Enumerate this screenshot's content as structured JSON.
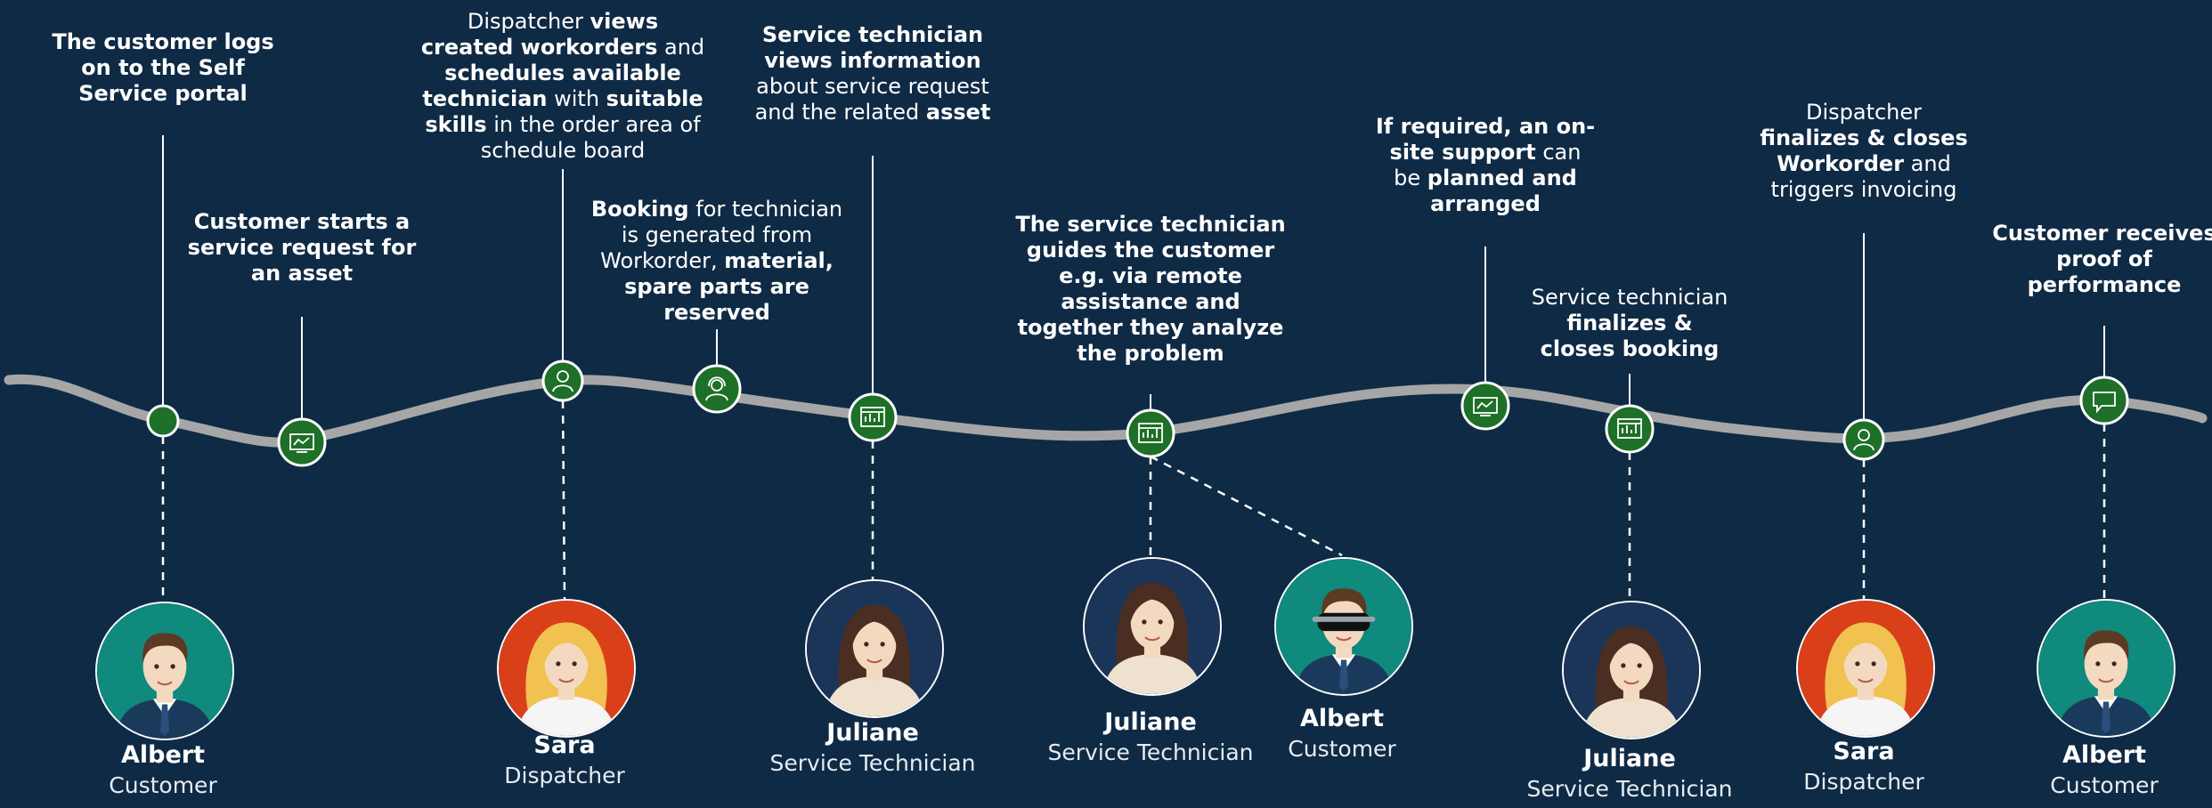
{
  "colors": {
    "background": "#0f2a45",
    "wave": "#a6a6a6",
    "node_fill": "#1e6f27",
    "connector": "#ffffff",
    "bg_albert": "#0f8a7c",
    "bg_sara": "#d9401a",
    "bg_juliane": "#1b3559"
  },
  "steps": [
    {
      "id": "s1",
      "icon": "dot-icon",
      "text": [
        {
          "t": "The customer logs on to the Self Service portal",
          "b": true
        }
      ]
    },
    {
      "id": "s2",
      "icon": "monitor-chart-icon",
      "text": [
        {
          "t": "Customer starts a service request for an asset",
          "b": true
        }
      ]
    },
    {
      "id": "s3",
      "icon": "person-icon",
      "text": [
        {
          "t": "Dispatcher ",
          "b": false
        },
        {
          "t": "views created workorders",
          "b": true
        },
        {
          "t": " and ",
          "b": false
        },
        {
          "t": "schedules available technician",
          "b": true
        },
        {
          "t": " with ",
          "b": false
        },
        {
          "t": "suitable skills",
          "b": true
        },
        {
          "t": " in the order area of schedule board",
          "b": false
        }
      ]
    },
    {
      "id": "s4",
      "icon": "headset-icon",
      "text": [
        {
          "t": "Booking",
          "b": true
        },
        {
          "t": " for technician is generated from Workorder, ",
          "b": false
        },
        {
          "t": "material, spare parts are reserved",
          "b": true
        }
      ]
    },
    {
      "id": "s5",
      "icon": "dashboard-icon",
      "text": [
        {
          "t": "Service technician views information",
          "b": true
        },
        {
          "t": " about service request and the related ",
          "b": false
        },
        {
          "t": "asset",
          "b": true
        }
      ]
    },
    {
      "id": "s6",
      "icon": "dashboard-icon",
      "text": [
        {
          "t": "The service technician guides the customer e.g. via remote assistance and together they analyze the problem",
          "b": true
        }
      ]
    },
    {
      "id": "s7",
      "icon": "monitor-chart-icon",
      "text": [
        {
          "t": "If required, an on-site support",
          "b": true
        },
        {
          "t": " can be ",
          "b": false
        },
        {
          "t": "planned and arranged",
          "b": true
        }
      ]
    },
    {
      "id": "s8",
      "icon": "dashboard-icon",
      "text": [
        {
          "t": "Service technician ",
          "b": false
        },
        {
          "t": "finalizes & closes booking",
          "b": true
        }
      ]
    },
    {
      "id": "s9",
      "icon": "person-icon",
      "text": [
        {
          "t": "Dispatcher ",
          "b": false
        },
        {
          "t": "finalizes & closes Workorder",
          "b": true
        },
        {
          "t": " and triggers invoicing",
          "b": false
        }
      ]
    },
    {
      "id": "s10",
      "icon": "chat-icon",
      "text": [
        {
          "t": "Customer receives proof of performance",
          "b": true
        }
      ]
    }
  ],
  "people": [
    {
      "id": "p1",
      "kind": "albert",
      "name": "Albert",
      "role": "Customer"
    },
    {
      "id": "p2",
      "kind": "sara",
      "name": "Sara",
      "role": "Dispatcher"
    },
    {
      "id": "p3",
      "kind": "juliane",
      "name": "Juliane",
      "role": "Service Technician"
    },
    {
      "id": "p4",
      "kind": "juliane",
      "name": "Juliane",
      "role": "Service Technician"
    },
    {
      "id": "p5",
      "kind": "albert-vr",
      "name": "Albert",
      "role": "Customer"
    },
    {
      "id": "p6",
      "kind": "juliane",
      "name": "Juliane",
      "role": "Service Technician"
    },
    {
      "id": "p7",
      "kind": "sara",
      "name": "Sara",
      "role": "Dispatcher"
    },
    {
      "id": "p8",
      "kind": "albert",
      "name": "Albert",
      "role": "Customer"
    }
  ]
}
